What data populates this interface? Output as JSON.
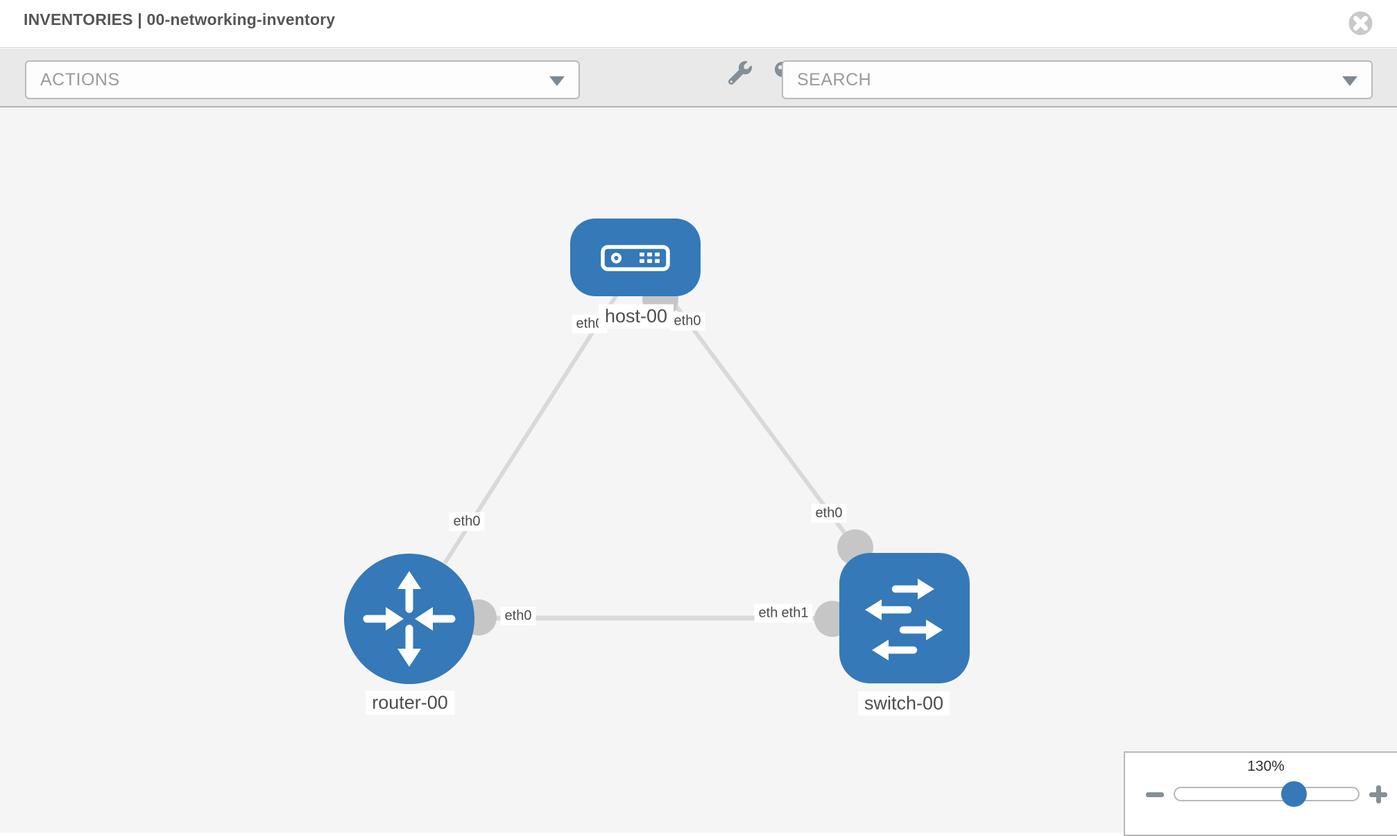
{
  "header": {
    "title": "INVENTORIES | 00-networking-inventory",
    "close_icon": "circle-x"
  },
  "toolbar": {
    "actions_placeholder": "ACTIONS",
    "search_placeholder": "SEARCH",
    "icons": [
      "wrench",
      "key"
    ]
  },
  "topology": {
    "nodes": [
      {
        "label": "host-00",
        "type": "host",
        "shape": "rounded-square",
        "color": "#3579b8"
      },
      {
        "label": "router-00",
        "type": "router",
        "shape": "circle",
        "color": "#3579b8"
      },
      {
        "label": "switch-00",
        "type": "switch",
        "shape": "rounded-square",
        "color": "#3579b8"
      }
    ],
    "links": [
      {
        "from": "host-00",
        "to": "router-00",
        "from_iface": "eth0",
        "to_iface": "eth0"
      },
      {
        "from": "host-00",
        "to": "switch-00",
        "from_iface": "eth0",
        "to_iface": "eth0"
      },
      {
        "from": "router-00",
        "to": "switch-00",
        "from_iface": "eth0",
        "to_iface": "eth1"
      }
    ],
    "iface_labels": [
      {
        "text": "eth0"
      },
      {
        "text": "eth0"
      },
      {
        "text": "eth0"
      },
      {
        "text": "eth0"
      },
      {
        "text": "eth0"
      },
      {
        "text": "eth0"
      },
      {
        "text": "eth1"
      }
    ]
  },
  "zoom": {
    "level": "130%",
    "minus_icon": "minus",
    "plus_icon": "plus",
    "handle_color": "#3579b8"
  },
  "colors": {
    "node_blue": "#3579b8",
    "link_gray": "#d9d9d9",
    "dot_gray": "#c6c6c6",
    "toolbar_bg": "#e9e9e9",
    "canvas_bg": "#f5f5f5"
  }
}
